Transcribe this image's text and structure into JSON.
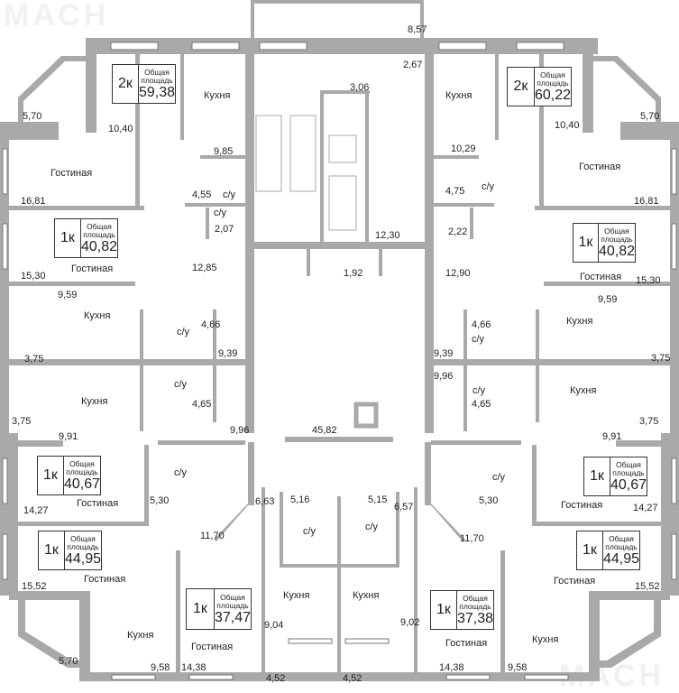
{
  "watermark": "МАСН",
  "apartments": [
    {
      "rooms": "2к",
      "label": "Общая площадь",
      "area": "59,38"
    },
    {
      "rooms": "2к",
      "label": "Общая площадь",
      "area": "60,22"
    },
    {
      "rooms": "1к",
      "label": "Общая площадь",
      "area": "40,82"
    },
    {
      "rooms": "1к",
      "label": "Общая площадь",
      "area": "40,82"
    },
    {
      "rooms": "1к",
      "label": "Общая площадь",
      "area": "40,67"
    },
    {
      "rooms": "1к",
      "label": "Общая площадь",
      "area": "40,67"
    },
    {
      "rooms": "1к",
      "label": "Общая площадь",
      "area": "44,95"
    },
    {
      "rooms": "1к",
      "label": "Общая площадь",
      "area": "44,95"
    },
    {
      "rooms": "1к",
      "label": "Общая площадь",
      "area": "37,47"
    },
    {
      "rooms": "1к",
      "label": "Общая площадь",
      "area": "37,38"
    }
  ],
  "labels": [
    "Кухня",
    "5,70",
    "10,40",
    "9,85",
    "Гостиная",
    "4,55",
    "с/у",
    "с/у",
    "2,07",
    "16,81",
    "Гостиная",
    "15,30",
    "12,85",
    "9,59",
    "Кухня",
    "с/у",
    "4,66",
    "3,75",
    "9,39",
    "Кухня",
    "с/у",
    "4,65",
    "3,75",
    "9,91",
    "9,96",
    "45,82",
    "с/у",
    "5,30",
    "Гостиная",
    "14,27",
    "6,63",
    "5,16",
    "с/у",
    "11,70",
    "Гостиная",
    "15,52",
    "Кухня",
    "Кухня",
    "9,04",
    "Гостиная",
    "5,70",
    "9,58",
    "14,38",
    "4,52",
    "8,57",
    "2,67",
    "3,06",
    "Кухня",
    "5,70",
    "10,40",
    "10,29",
    "Гостиная",
    "4,75",
    "с/у",
    "16,81",
    "2,22",
    "12,30",
    "1,92",
    "12,90",
    "Гостиная",
    "15,30",
    "9,59",
    "Кухня",
    "4,66",
    "с/у",
    "9,39",
    "3,75",
    "9,96",
    "Кухня",
    "с/у",
    "4,65",
    "3,75",
    "9,91",
    "с/у",
    "5,30",
    "Гостиная",
    "14,27",
    "5,15",
    "6,57",
    "с/у",
    "11,70",
    "Гостиная",
    "15,52",
    "Кухня",
    "9,02",
    "Гостиная",
    "Кухня",
    "14,38",
    "9,58",
    "4,52"
  ]
}
